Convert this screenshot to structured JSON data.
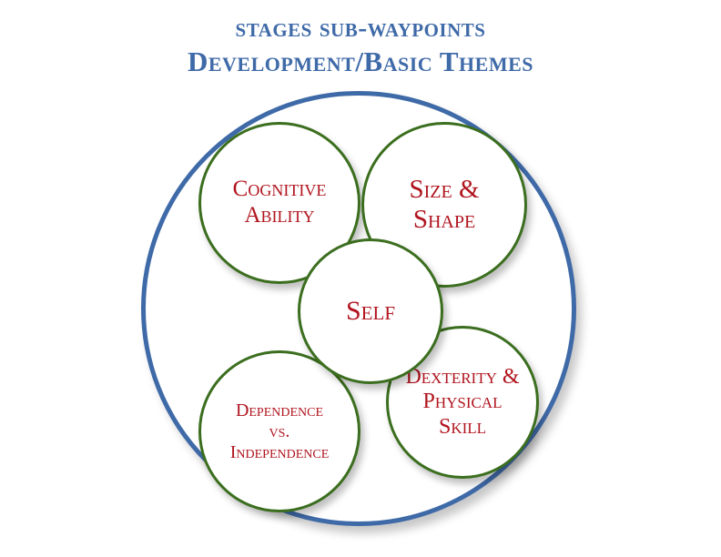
{
  "title": {
    "line1": "stages sub-waypoints",
    "line2": "Development/Basic Themes"
  },
  "nodes": {
    "cognitive": {
      "lines": [
        "Cognitive",
        "Ability"
      ]
    },
    "size": {
      "lines": [
        "Size &",
        "Shape"
      ]
    },
    "self": {
      "lines": [
        "Self"
      ]
    },
    "dependence": {
      "lines": [
        "Dependence",
        "vs.",
        "Independence"
      ]
    },
    "dexterity": {
      "lines": [
        "Dexterity &",
        "Physical",
        "Skill"
      ]
    }
  },
  "colors": {
    "title": "#3f6aa8",
    "outer_ring": "#3f6aa8",
    "node_border": "#3b6e1e",
    "node_text": "#b0141e"
  }
}
